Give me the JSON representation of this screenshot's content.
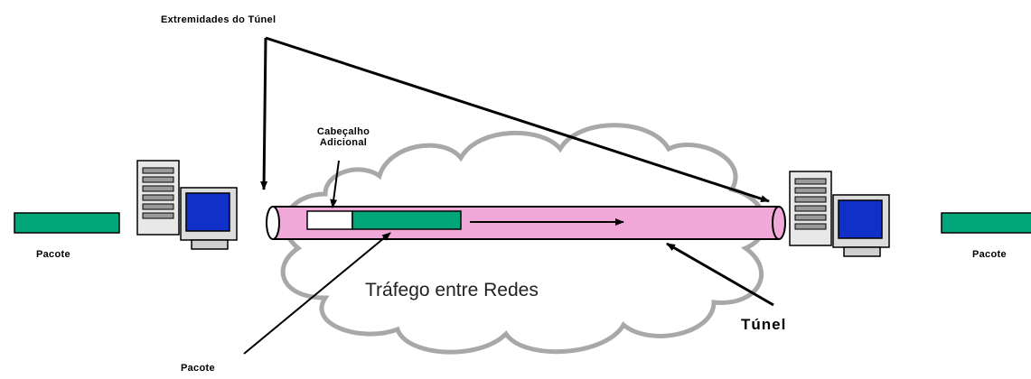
{
  "labels": {
    "tunnel_ends": "Extremidades do Túnel",
    "extra_header_line1": "Cabeçalho",
    "extra_header_line2": "Adicional",
    "packet_left": "Pacote",
    "packet_right": "Pacote",
    "packet_bottom": "Pacote",
    "network_traffic": "Tráfego entre Redes",
    "tunnel": "Túnel"
  },
  "colors": {
    "packet": "#00a679",
    "tunnel": "#f0a8d8",
    "cloud_stroke": "#a8a8a8",
    "monitor_screen": "#1030c8",
    "header_block": "#ffffff"
  },
  "icons": {
    "left_computer": "workstation-icon",
    "right_computer": "workstation-icon"
  }
}
